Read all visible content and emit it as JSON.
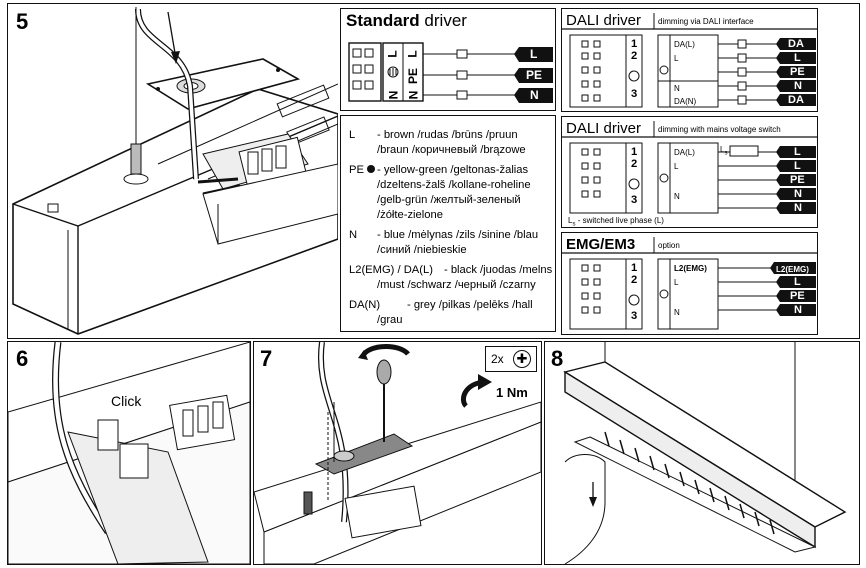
{
  "steps": {
    "s5": "5",
    "s6": "6",
    "s7": "7",
    "s8": "8"
  },
  "standard": {
    "title_bold": "Standard",
    "title_rest": "driver",
    "terminal_labels": [
      "L",
      "PE",
      "N"
    ],
    "terminal_sym": [
      "L",
      "N"
    ],
    "wires": [
      "L",
      "PE",
      "N"
    ]
  },
  "dali1": {
    "title": "DALI driver",
    "subtitle": "dimming via DALI interface",
    "nums": [
      "1",
      "2",
      "3"
    ],
    "pins": [
      "DA(L)",
      "L",
      "N",
      "DA(N)"
    ],
    "wires": [
      "DA",
      "L",
      "PE",
      "N",
      "DA"
    ]
  },
  "dali2": {
    "title": "DALI driver",
    "subtitle": "dimming with mains voltage switch",
    "nums": [
      "1",
      "2",
      "3"
    ],
    "pins": [
      "DA(L)",
      "L",
      "N"
    ],
    "switch_label": "L",
    "switch_sub": "s",
    "wires": [
      "L",
      "L",
      "PE",
      "N",
      "N"
    ],
    "footnote_sym": "L",
    "footnote_sub": "s",
    "footnote": "- switched live phase (L)"
  },
  "emg": {
    "title": "EMG/EM3",
    "subtitle": "option",
    "nums": [
      "1",
      "2",
      "3"
    ],
    "pins": [
      "L2(EMG)",
      "L",
      "N"
    ],
    "wires": [
      "L2(EMG)",
      "L",
      "PE",
      "N"
    ]
  },
  "legend": [
    {
      "key": "L",
      "text": "- brown /rudas /brūns /pruun"
    },
    {
      "key": "",
      "text": "/braun /коричневый /brązowe"
    },
    {
      "key": "PE",
      "text": "- yellow-green /geltonas-žalias"
    },
    {
      "key": "",
      "text": "/dzeltens-žalš /kollane-roheline"
    },
    {
      "key": "",
      "text": "/gelb-grün /желтый-зеленый"
    },
    {
      "key": "",
      "text": "/żółte-zielone"
    },
    {
      "key": "N",
      "text": "- blue /mėlynas /zils /sinine /blau"
    },
    {
      "key": "",
      "text": "/синий /niebieskie"
    },
    {
      "key": "L2(EMG) / DA(L)",
      "text": "- black /juodas /melns"
    },
    {
      "key": "",
      "text": "/must /schwarz /черный /czarny"
    },
    {
      "key": "DA(N)",
      "text": "- grey /pilkas /pelēks /hall"
    },
    {
      "key": "",
      "text": "/grau"
    }
  ],
  "step6": {
    "click": "Click"
  },
  "step7": {
    "count": "2x",
    "torque": "1 Nm"
  }
}
